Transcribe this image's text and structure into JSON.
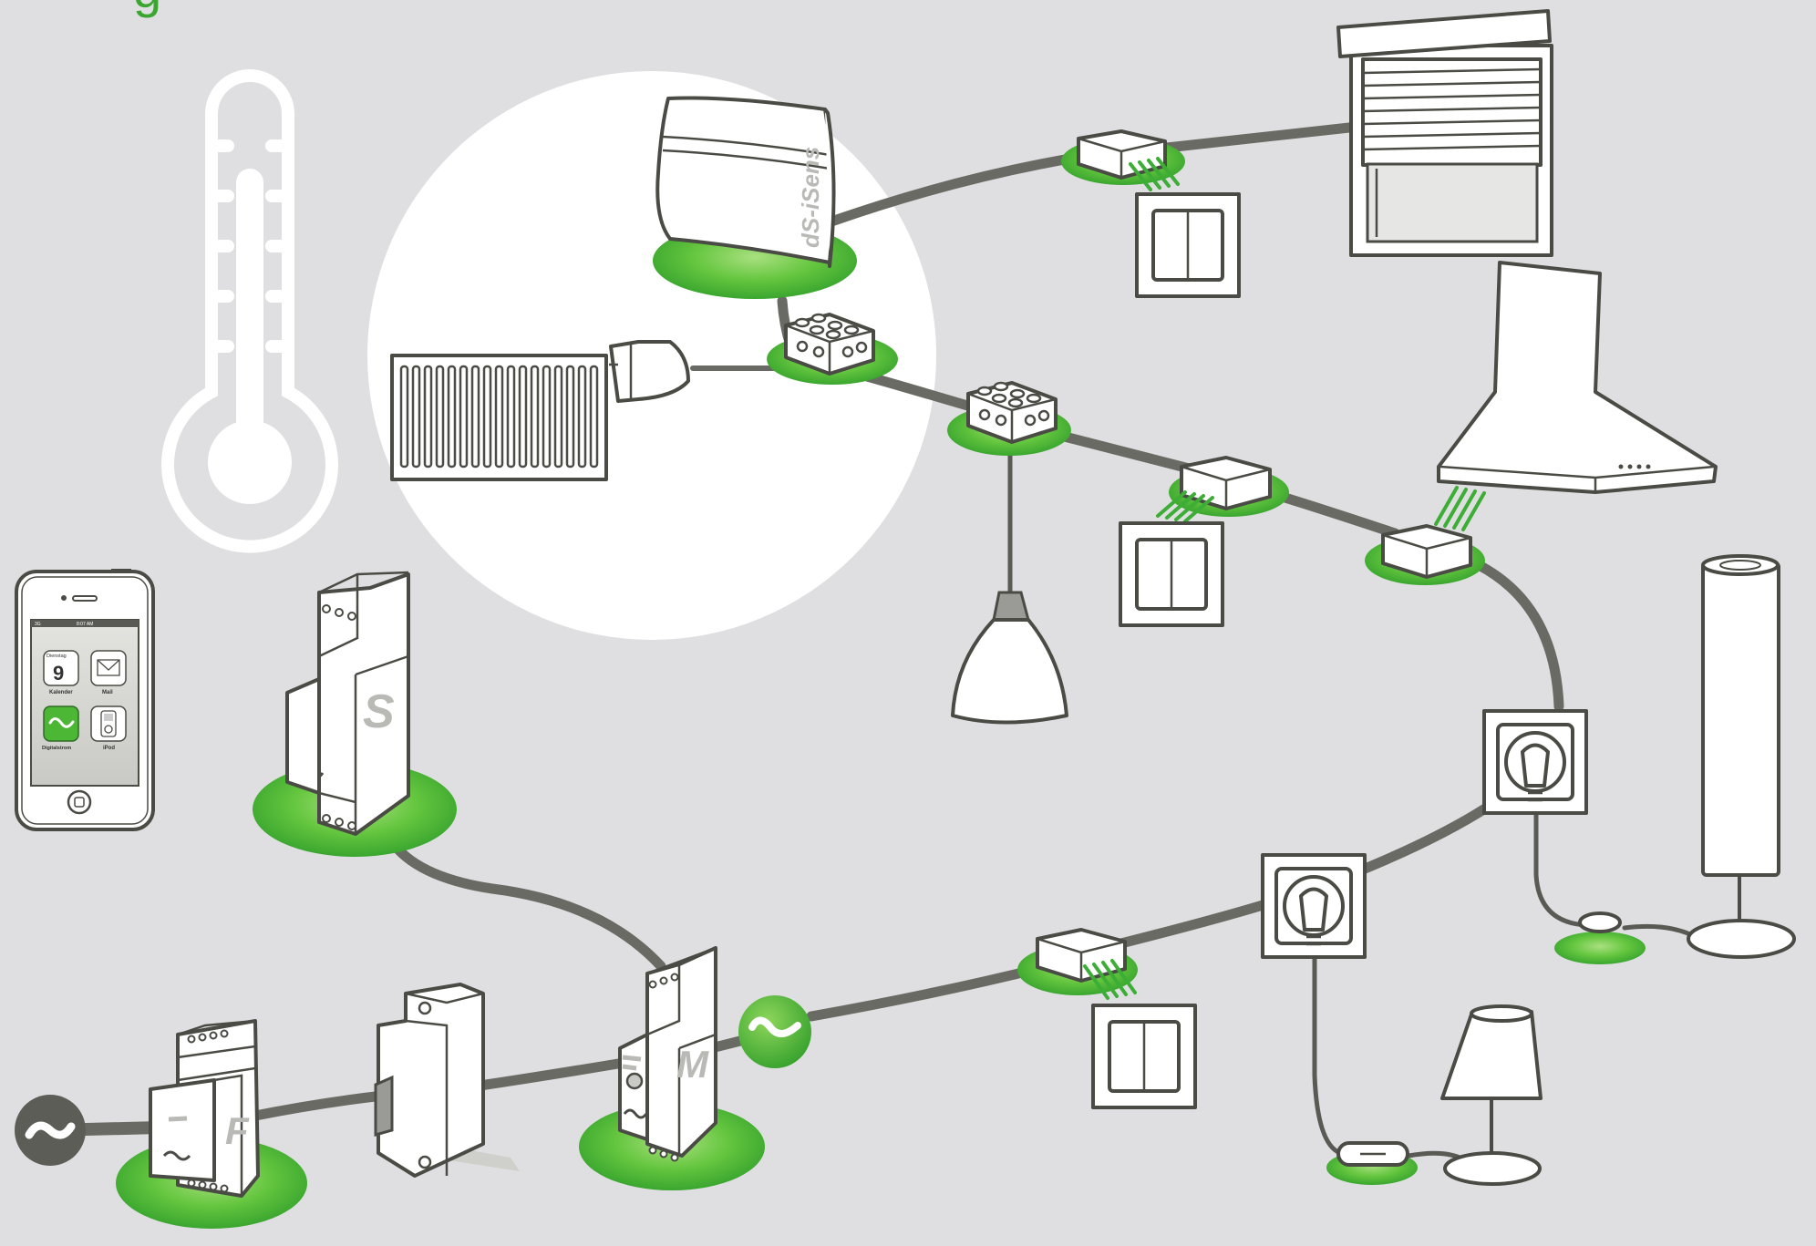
{
  "header": {
    "partial_title": "g"
  },
  "isens": {
    "label": "dS-iSens"
  },
  "modules": {
    "filter": {
      "letter": "F"
    },
    "meter": {
      "letter": "M"
    },
    "server": {
      "letter": "S"
    }
  },
  "phone": {
    "statusbar": {
      "carrier": "3G",
      "time": "8:07 AM"
    },
    "apps": [
      {
        "label": "Kalender",
        "sub": "Dienstag",
        "value": "9",
        "icon": "calendar-icon"
      },
      {
        "label": "Mail",
        "icon": "mail-icon"
      },
      {
        "label": "Digitalstrom",
        "icon": "digitalstrom-icon"
      },
      {
        "label": "iPod",
        "icon": "ipod-icon"
      }
    ]
  },
  "colors": {
    "accent_green": "#57c233",
    "background": "#dfdfe1",
    "outline": "#4b4b45",
    "cable": "#6a6a64"
  }
}
